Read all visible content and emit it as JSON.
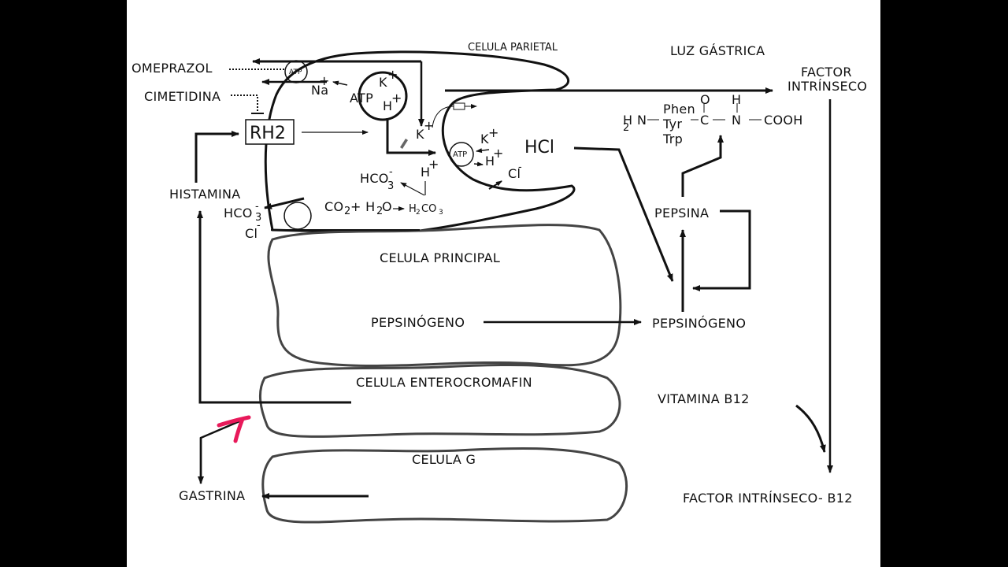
{
  "labels": {
    "omeprazol": "OMEPRAZOL",
    "cimetidina": "CIMETIDINA",
    "rh2": "RH2",
    "histamina": "HISTAMINA",
    "hco3_left": "HCO",
    "cl_left": "Cl",
    "celula_parietal": "CELULA PARIETAL",
    "luz_gastrica": "LUZ GÁSTRICA",
    "factor": "FACTOR",
    "intrinseco": "INTRÍNSECO",
    "atp_small": "ATP",
    "na": "Na",
    "k": "K",
    "atp_pump": "ATP",
    "h": "H",
    "hco3_inner": "HCO",
    "co2": "CO",
    "plus_h2o": "+ H",
    "o": "O",
    "h2co3_h": "H",
    "h2co3_co": "CO",
    "hcl": "HCl",
    "cl_inner": "Cl",
    "atp_apical": "ATP",
    "peptide_h2n_h": "H",
    "peptide_h2n_n": "N",
    "phen": "Phen",
    "tyr": "Tyr",
    "trp": "Trp",
    "peptide_o": "O",
    "peptide_c": "C",
    "peptide_h": "H",
    "peptide_n": "N",
    "cooh": "COOH",
    "pepsina": "PEPSINA",
    "celula_principal": "CELULA PRINCIPAL",
    "pepsinogeno_inner": "PEPSINÓGENO",
    "pepsinogeno_outer": "PEPSINÓGENO",
    "celula_enterocromafin": "CELULA ENTEROCROMAFIN",
    "vitamina_b12": "VITAMINA B12",
    "celula_g": "CELULA G",
    "gastrina": "GASTRINA",
    "factor_b12": "FACTOR INTRÍNSECO- B12",
    "sub_3": "3",
    "sub_2": "2",
    "sup_plus": "+",
    "sup_minus": "-",
    "dash": "—"
  },
  "colors": {
    "background": "#ffffff",
    "frame": "#000000",
    "ink": "#111111",
    "cell_outline": "#444444",
    "annotation": "#e8195a"
  }
}
